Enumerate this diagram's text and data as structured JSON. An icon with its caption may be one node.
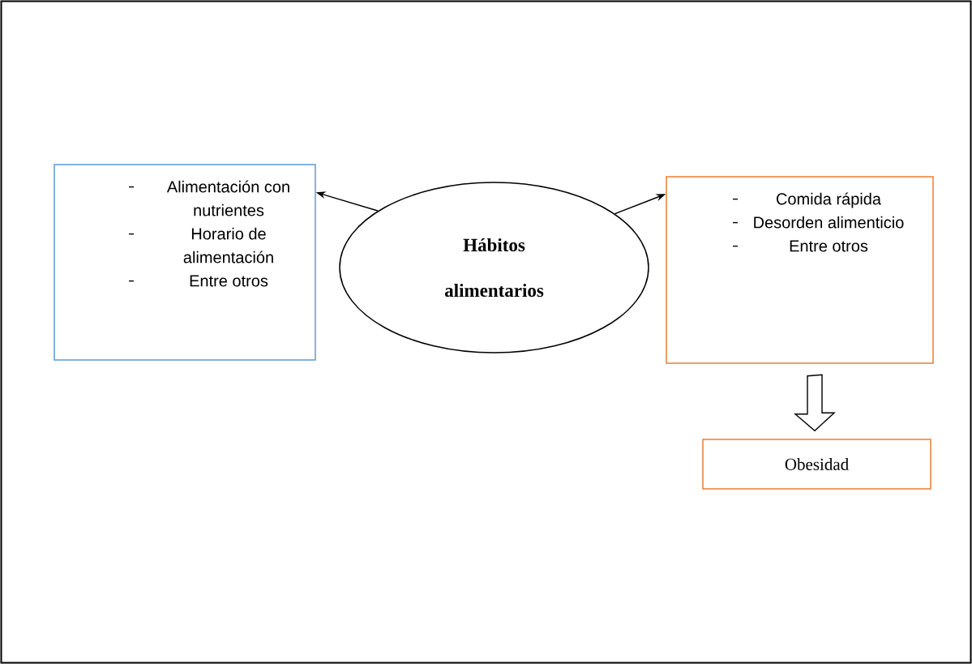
{
  "diagram": {
    "nodes": [
      {
        "text": [
          "Hábitos alimentarios"
        ]
      },
      {
        "text": [
          "Alimentación con nutrientes",
          "Horario de alimentación",
          "Entre otros"
        ]
      },
      {
        "text": [
          "Comida rápida",
          "Desorden alimenticio",
          "Entre otros"
        ]
      },
      {
        "text": [
          "Obesidad"
        ]
      }
    ],
    "edges": [
      {
        "from": 0,
        "to": 1,
        "arrow": "to"
      },
      {
        "from": 0,
        "to": 2,
        "arrow": "to"
      },
      {
        "from": 2,
        "to": 3,
        "arrow": "to",
        "style": "thick"
      }
    ]
  }
}
